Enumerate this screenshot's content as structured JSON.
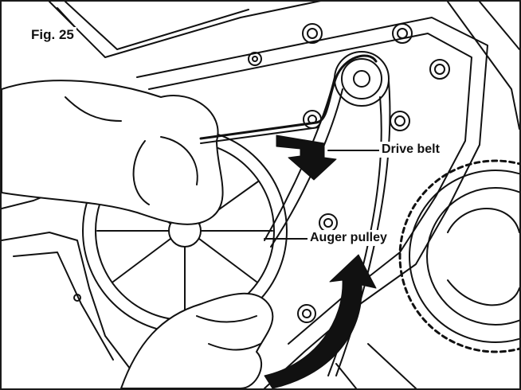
{
  "figure": {
    "label": "Fig. 25",
    "callouts": {
      "drive_belt": "Drive belt",
      "auger_pulley": "Auger pulley"
    }
  },
  "colors": {
    "ink": "#111111",
    "background": "#ffffff"
  },
  "icons": [
    "pull-direction-arrow-icon",
    "rotate-direction-arrow-icon"
  ]
}
